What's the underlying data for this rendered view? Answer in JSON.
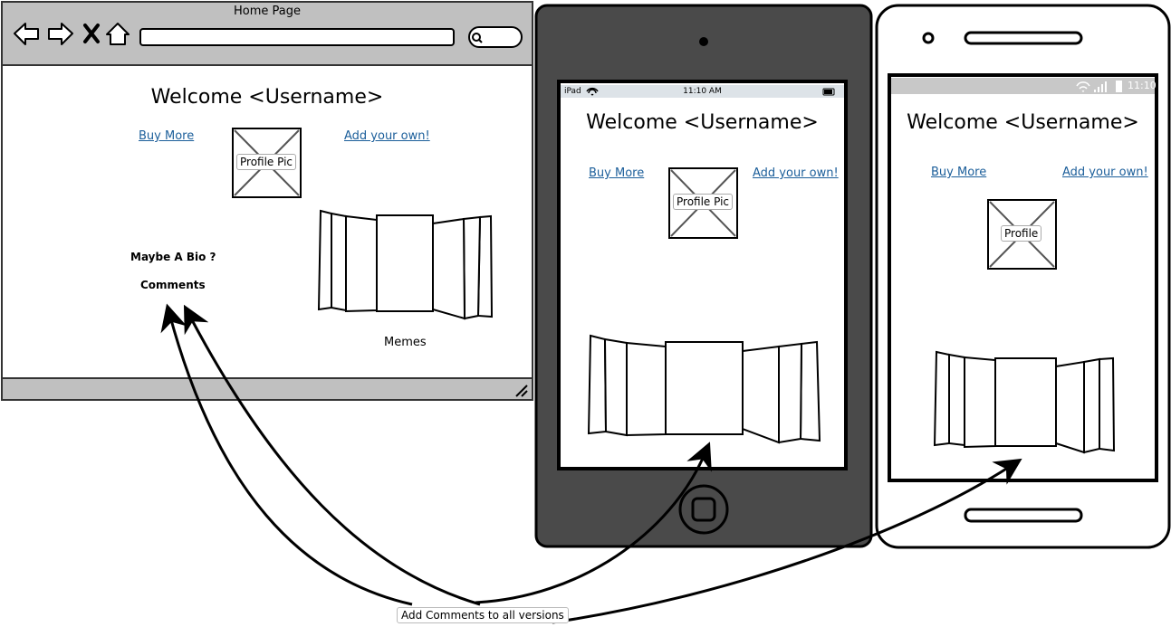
{
  "browser": {
    "title": "Home Page",
    "welcome": "Welcome <Username>",
    "buy_more": "Buy More",
    "add_own": "Add your own!",
    "profile_pic": "Profile Pic",
    "bio": "Maybe A Bio ?",
    "comments": "Comments",
    "memes": "Memes"
  },
  "ipad": {
    "status_device": "iPad",
    "status_time": "11:10 AM",
    "welcome": "Welcome <Username>",
    "buy_more": "Buy More",
    "add_own": "Add your own!",
    "profile_pic": "Profile Pic"
  },
  "phone": {
    "status_time": "11:10",
    "welcome": "Welcome <Username>",
    "buy_more": "Buy More",
    "add_own": "Add your own!",
    "profile_pic": "Profile"
  },
  "annotation": "Add Comments to all versions",
  "colors": {
    "link": "#1b5e9a",
    "chrome_gray": "#c0c0c0",
    "tablet_body": "#4a4a4a"
  }
}
